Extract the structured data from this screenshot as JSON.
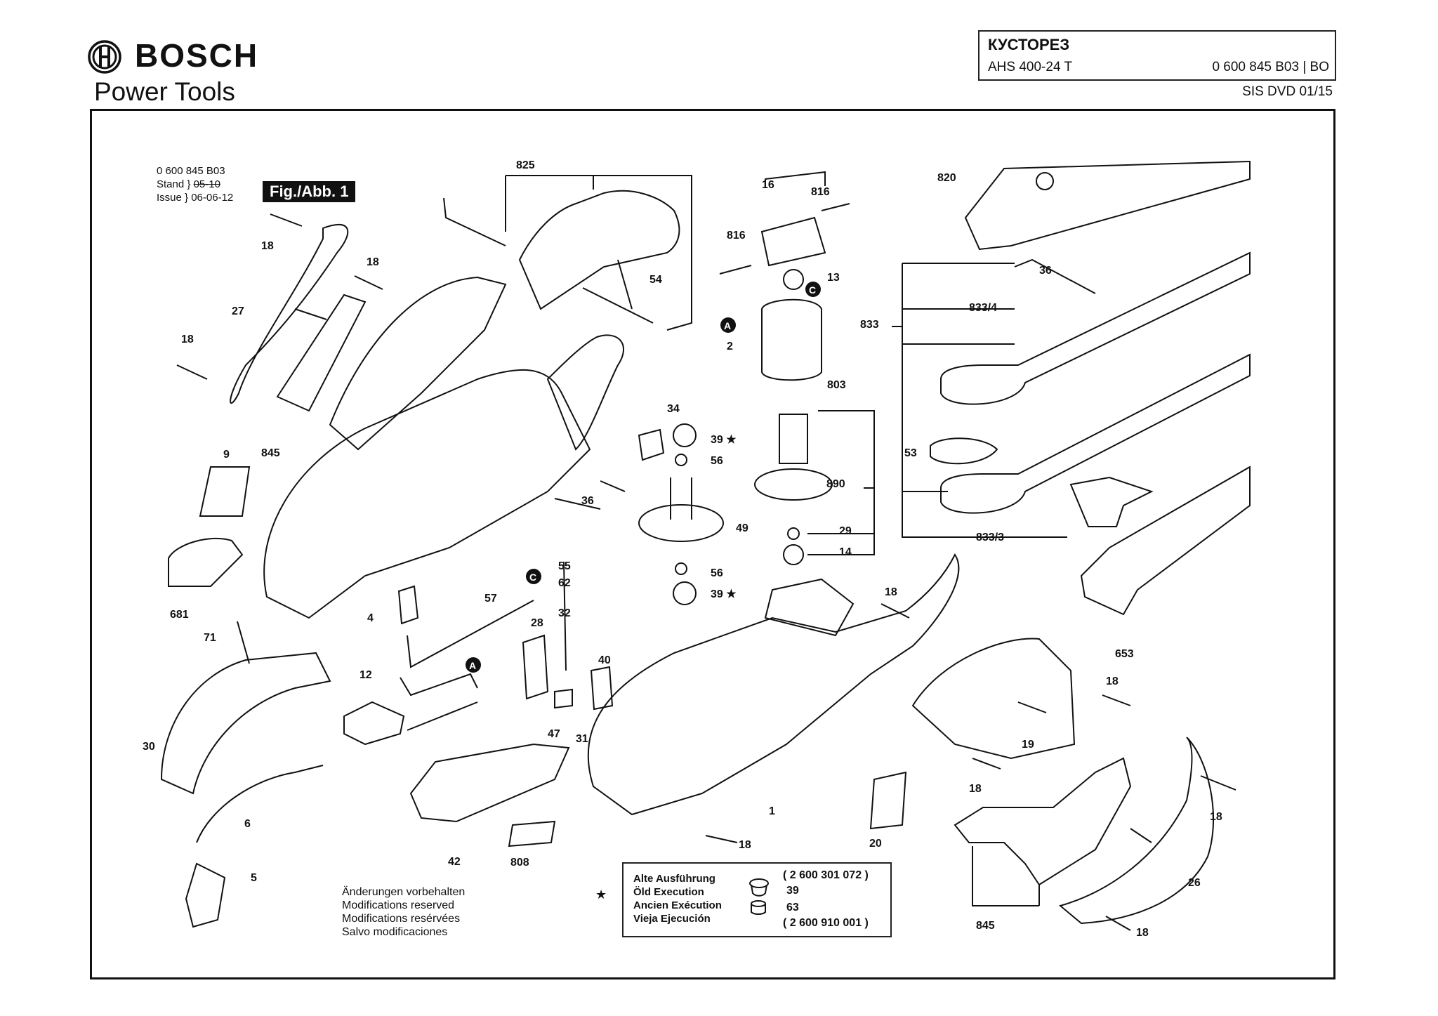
{
  "header": {
    "brand": "BOSCH",
    "brand_sub": "Power Tools",
    "title": "КУСТОРЕЗ",
    "model": "AHS 400-24 T",
    "code": "0 600 845 B03 | BO",
    "sis": "SIS DVD 01/15"
  },
  "drawing": {
    "code": "0 600 845 B03",
    "stand_label": "Stand",
    "stand_old": "05-10",
    "issue_label": "Issue",
    "issue_date": "06-06-12",
    "fig_label": "Fig./Abb. 1"
  },
  "part_labels": [
    {
      "text": "825"
    },
    {
      "text": "16"
    },
    {
      "text": "816"
    },
    {
      "text": "816"
    },
    {
      "text": "13"
    },
    {
      "text": "820"
    },
    {
      "text": "18"
    },
    {
      "text": "18"
    },
    {
      "text": "27"
    },
    {
      "text": "54"
    },
    {
      "text": "18"
    },
    {
      "text": "2"
    },
    {
      "text": "803"
    },
    {
      "text": "36"
    },
    {
      "text": "833/4"
    },
    {
      "text": "833"
    },
    {
      "text": "34"
    },
    {
      "text": "39 ★"
    },
    {
      "text": "56"
    },
    {
      "text": "845"
    },
    {
      "text": "9"
    },
    {
      "text": "890"
    },
    {
      "text": "53"
    },
    {
      "text": "36"
    },
    {
      "text": "49"
    },
    {
      "text": "29"
    },
    {
      "text": "14"
    },
    {
      "text": "833/3"
    },
    {
      "text": "55"
    },
    {
      "text": "62"
    },
    {
      "text": "32"
    },
    {
      "text": "56"
    },
    {
      "text": "39 ★"
    },
    {
      "text": "681"
    },
    {
      "text": "57"
    },
    {
      "text": "4"
    },
    {
      "text": "18"
    },
    {
      "text": "653"
    },
    {
      "text": "71"
    },
    {
      "text": "28"
    },
    {
      "text": "12"
    },
    {
      "text": "40"
    },
    {
      "text": "18"
    },
    {
      "text": "19"
    },
    {
      "text": "30"
    },
    {
      "text": "47"
    },
    {
      "text": "31"
    },
    {
      "text": "18"
    },
    {
      "text": "18"
    },
    {
      "text": "6"
    },
    {
      "text": "1"
    },
    {
      "text": "18"
    },
    {
      "text": "20"
    },
    {
      "text": "42"
    },
    {
      "text": "808"
    },
    {
      "text": "5"
    },
    {
      "text": "26"
    },
    {
      "text": "845"
    },
    {
      "text": "18"
    }
  ],
  "markers": {
    "a": "A",
    "c": "C"
  },
  "modifications": [
    "Änderungen vorbehalten",
    "Modifications reserved",
    "Modifications resérvées",
    "Salvo modificaciones"
  ],
  "legend": {
    "star": "★",
    "terms": [
      "Alte Ausführung",
      "Öld Execution",
      "Ancien Exécution",
      "Vieja Ejecución"
    ],
    "code1": "( 2 600 301 072 )",
    "part1": "39",
    "part2": "63",
    "code2": "( 2 600 910 001 )"
  }
}
